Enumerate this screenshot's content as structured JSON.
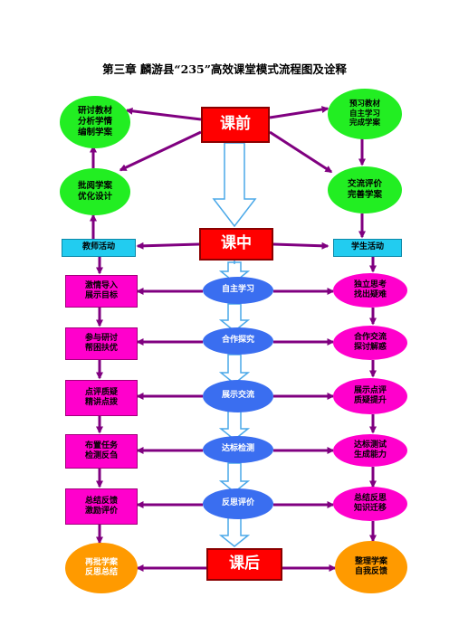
{
  "title": "第三章  麟游县“235”高效课堂模式流程图及诠释",
  "phases": {
    "before": "课前",
    "during": "课中",
    "after": "课后"
  },
  "left_top": {
    "teacher_prep": [
      "研讨教材",
      "分析学情",
      "编制学案"
    ],
    "review_plan": [
      "批阅学案",
      "优化设计"
    ],
    "teacher_activity": "教师活动"
  },
  "right_top": {
    "student_preview": [
      "预习教材",
      "自主学习",
      "完成学案"
    ],
    "exchange_eval": [
      "交流评价",
      "完善学案"
    ],
    "student_activity": "学生活动"
  },
  "center_steps": [
    "自主学习",
    "合作探究",
    "展示交流",
    "达标检测",
    "反思评价"
  ],
  "teacher_steps": [
    [
      "激情导入",
      "展示目标"
    ],
    [
      "参与研讨",
      "帮困扶优"
    ],
    [
      "点评质疑",
      "精讲点拨"
    ],
    [
      "布置任务",
      "检测反刍"
    ],
    [
      "总结反馈",
      "激励评价"
    ]
  ],
  "student_steps": [
    [
      "独立思考",
      "找出疑难"
    ],
    [
      "合作交流",
      "探讨解惑"
    ],
    [
      "展示点评",
      "质疑提升"
    ],
    [
      "达标测试",
      "生成能力"
    ],
    [
      "总结反思",
      "知识迁移"
    ]
  ],
  "after_class": {
    "teacher": [
      "再批学案",
      "反思总结"
    ],
    "student": [
      "整理学案",
      "自我反馈"
    ]
  },
  "colors": {
    "phase": "#ff0000",
    "green": "#22ee22",
    "pink": "#ff00cc",
    "blue": "#3a6ef0",
    "cyan": "#22ccf0",
    "orange": "#ff9a00",
    "arrow": "#800080"
  }
}
